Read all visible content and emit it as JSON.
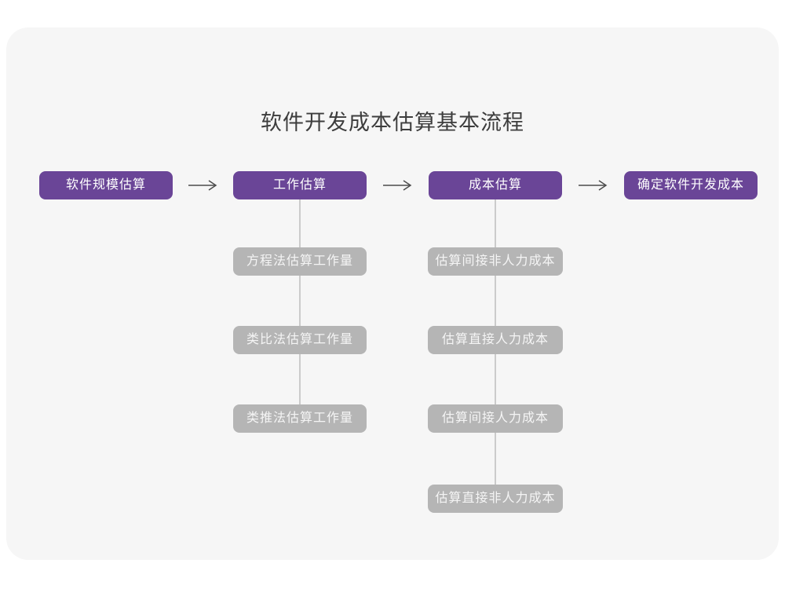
{
  "title": "软件开发成本估算基本流程",
  "flow": {
    "steps": [
      {
        "id": "scale",
        "label": "软件规模估算",
        "children": []
      },
      {
        "id": "work",
        "label": "工作估算",
        "children": [
          "方程法估算工作量",
          "类比法估算工作量",
          "类推法估算工作量"
        ]
      },
      {
        "id": "cost",
        "label": "成本估算",
        "children": [
          "估算间接非人力成本",
          "估算直接人力成本",
          "估算间接人力成本",
          "估算直接非人力成本"
        ]
      },
      {
        "id": "final",
        "label": "确定软件开发成本",
        "children": []
      }
    ]
  },
  "colors": {
    "page_bg": "#ffffff",
    "card_bg": "#f6f6f6",
    "primary_node": "#6a4597",
    "secondary_node": "#b5b5b5",
    "node_text": "#ffffff",
    "arrow": "#4c4c4c",
    "connector": "#cbcbcb",
    "title_text": "#3d3d3d"
  }
}
